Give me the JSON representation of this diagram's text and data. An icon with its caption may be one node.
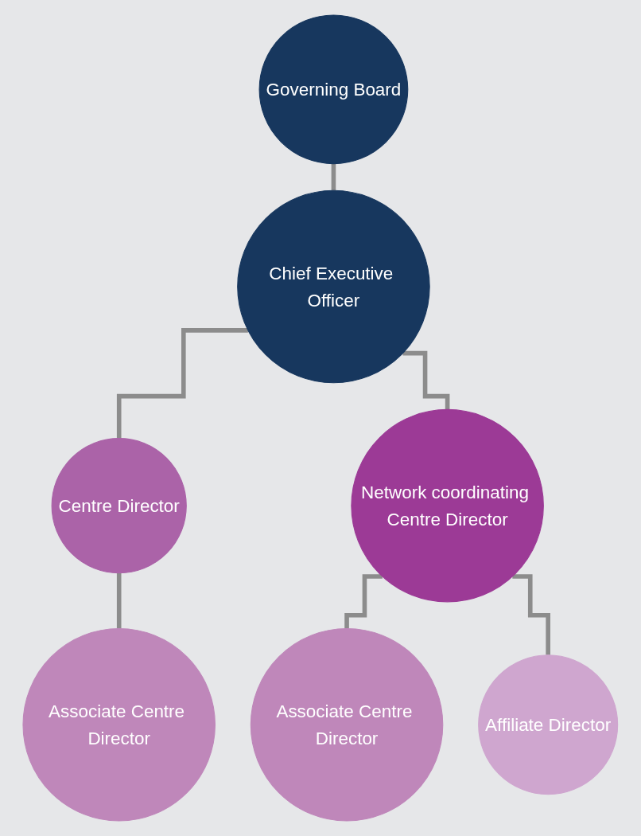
{
  "diagram": {
    "nodes": [
      {
        "text": [
          "Governing Board"
        ]
      },
      {
        "text": [
          "Chief Executive Officer"
        ]
      },
      {
        "text": [
          "Network coordinating Centre Director"
        ]
      },
      {
        "text": [
          "Centre Director"
        ]
      },
      {
        "text": [
          "Associate Centre Director"
        ]
      },
      {
        "text": [
          "Associate Centre Director"
        ]
      },
      {
        "text": [
          "Affiliate Director"
        ]
      }
    ],
    "edges": [
      {
        "from": 0,
        "to": 1,
        "arrow": "none"
      },
      {
        "from": 1,
        "to": 3,
        "arrow": "none"
      },
      {
        "from": 1,
        "to": 2,
        "arrow": "none"
      },
      {
        "from": 3,
        "to": 4,
        "arrow": "none"
      },
      {
        "from": 2,
        "to": 5,
        "arrow": "none"
      },
      {
        "from": 2,
        "to": 6,
        "arrow": "none"
      }
    ]
  }
}
